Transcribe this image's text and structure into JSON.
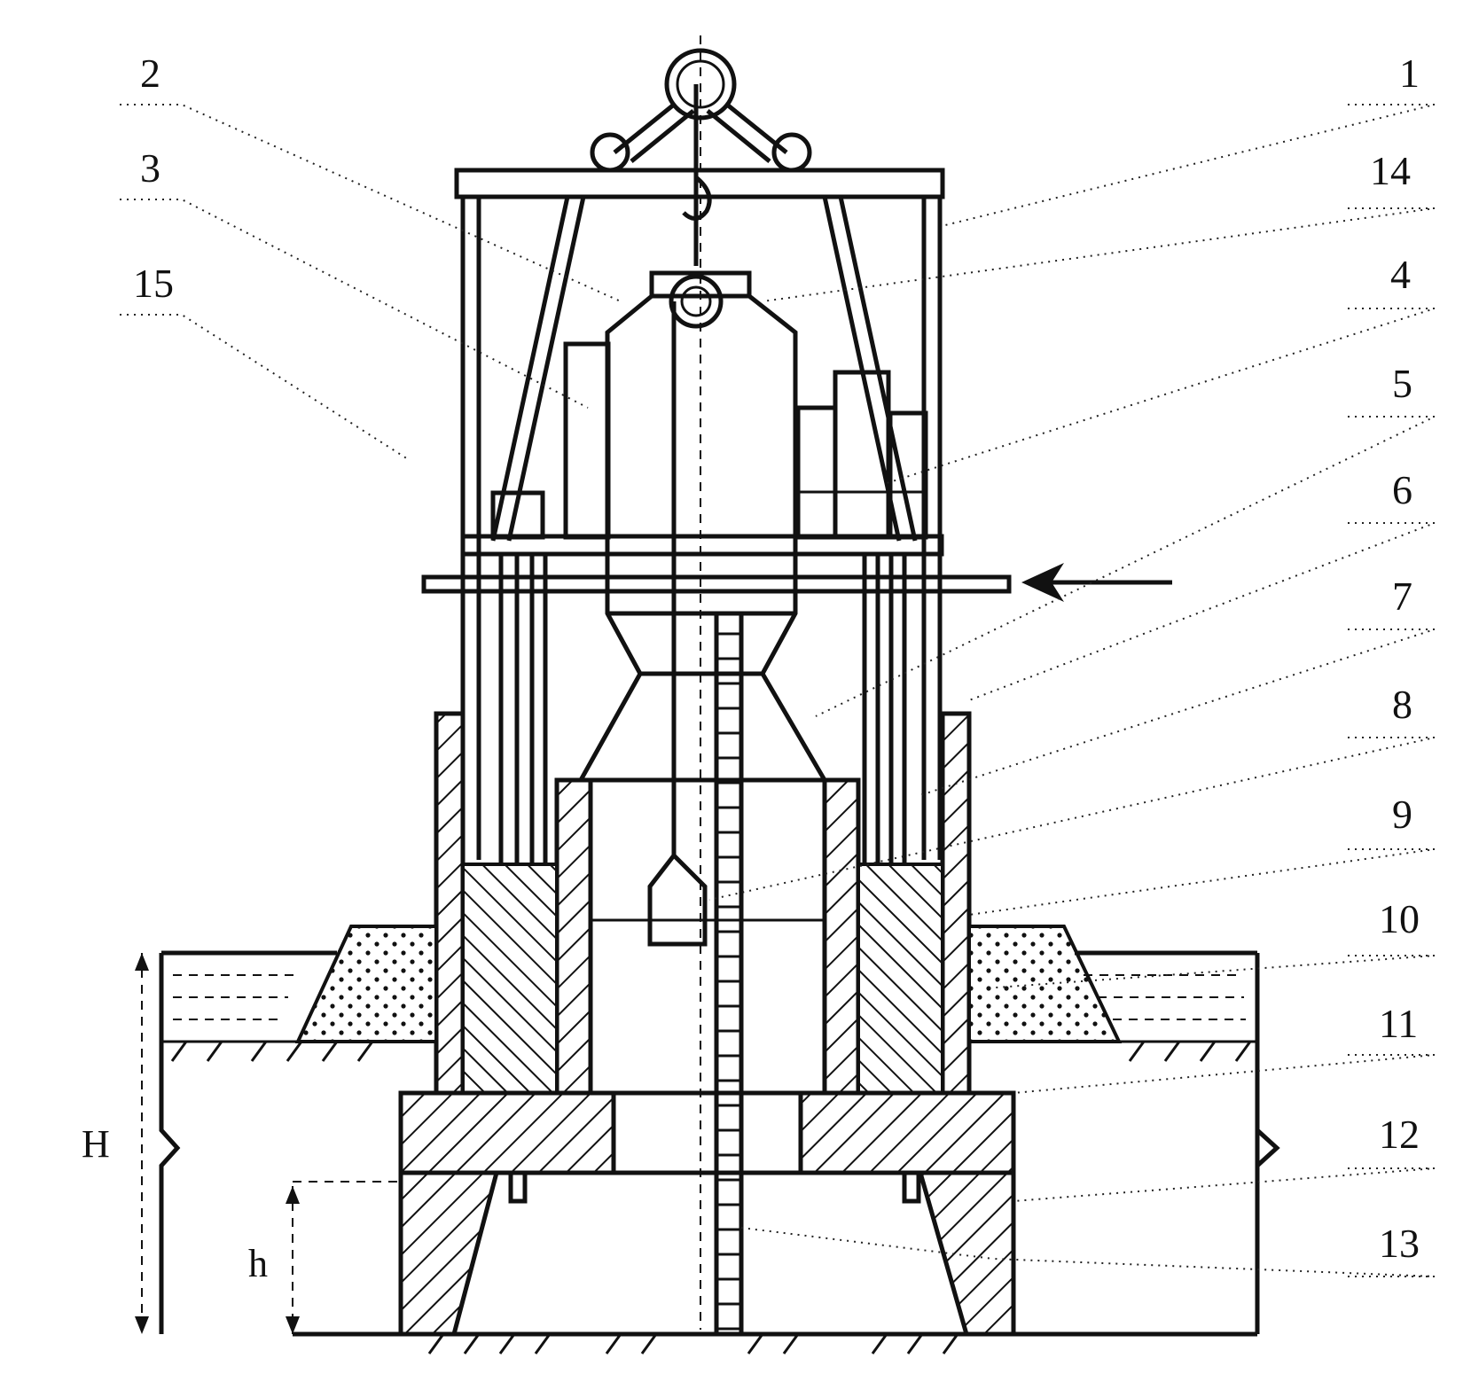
{
  "labels": [
    {
      "id": "1",
      "text": "1"
    },
    {
      "id": "2",
      "text": "2"
    },
    {
      "id": "3",
      "text": "3"
    },
    {
      "id": "4",
      "text": "4"
    },
    {
      "id": "5",
      "text": "5"
    },
    {
      "id": "6",
      "text": "6"
    },
    {
      "id": "7",
      "text": "7"
    },
    {
      "id": "8",
      "text": "8"
    },
    {
      "id": "9",
      "text": "9"
    },
    {
      "id": "10",
      "text": "10"
    },
    {
      "id": "11",
      "text": "11"
    },
    {
      "id": "12",
      "text": "12"
    },
    {
      "id": "13",
      "text": "13"
    },
    {
      "id": "14",
      "text": "14"
    },
    {
      "id": "15",
      "text": "15"
    }
  ],
  "dimensions": {
    "big": "H",
    "small": "h"
  }
}
